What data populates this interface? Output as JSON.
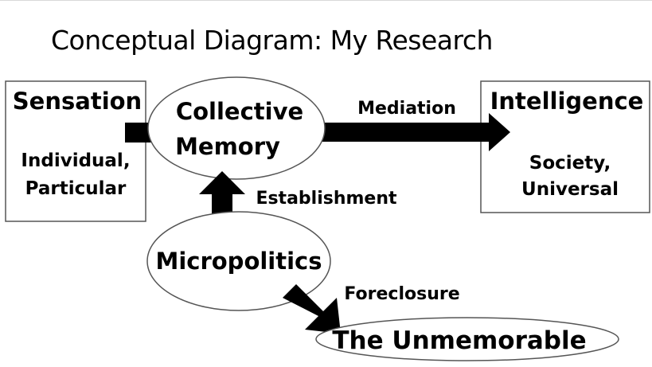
{
  "title": "Conceptual Diagram: My Research",
  "nodes": {
    "sensation": {
      "heading": "Sensation",
      "line1": "Individual,",
      "line2": "Particular"
    },
    "collective_memory": {
      "line1": "Collective",
      "line2": "Memory"
    },
    "intelligence": {
      "heading": "Intelligence",
      "line1": "Society,",
      "line2": "Universal"
    },
    "micropolitics": {
      "label": "Micropolitics"
    },
    "unmemorable": {
      "label": "The Unmemorable"
    }
  },
  "edges": {
    "mediation": "Mediation",
    "establishment": "Establishment",
    "foreclosure": "Foreclosure"
  }
}
